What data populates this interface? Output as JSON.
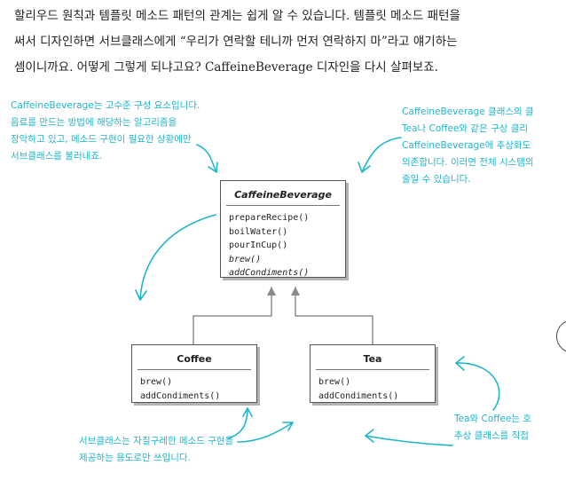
{
  "intro": {
    "lines": [
      "할리우드 원칙과 템플릿 메소드 패턴의 관계는 쉽게 알 수 있습니다. 템플릿 메소드 패턴을",
      "써서 디자인하면 서브클래스에게 “우리가 연락할 테니까 먼저 연락하지 마”라고 얘기하는",
      "셈이니까요. 어떻게 그렇게 되냐고요? CaffeineBeverage 디자인을 다시 살펴보죠."
    ]
  },
  "annotations": {
    "top_left": [
      "CaffeineBeverage는 고수준 구성 요소입니다.",
      "음료를 만드는 방법에 해당하는 알고리즘을",
      "장악하고 있고, 메소드 구현이 필요한 상황에만",
      "서브클래스를 불러내죠."
    ],
    "top_right": [
      "CaffeineBeverage 클래스의 클",
      "Tea나 Coffee와 같은 구상 클리",
      "CaffeineBeverage에 추상화도",
      "의존합니다. 이러면 전체 시스템의",
      "줄일 수 있습니다."
    ],
    "bottom_left": [
      "서브클래스는 자질구레한 메소드 구현을",
      "제공하는 용도로만 쓰입니다."
    ],
    "bottom_right": [
      "Tea와 Coffee는 호",
      "추상 클래스를 직접"
    ]
  },
  "classes": {
    "caffeine": {
      "name": "CaffeineBeverage",
      "methods": [
        "prepareRecipe()",
        "boilWater()",
        "pourInCup()",
        "brew()",
        "addCondiments()"
      ]
    },
    "coffee": {
      "name": "Coffee",
      "methods": [
        "brew()",
        "addCondiments()"
      ]
    },
    "tea": {
      "name": "Tea",
      "methods": [
        "brew()",
        "addCondiments()"
      ]
    }
  },
  "colors": {
    "annotation": "#1fb6c9",
    "text": "#231f20",
    "line": "#555555",
    "arrowhead": "#8a8a8a"
  }
}
